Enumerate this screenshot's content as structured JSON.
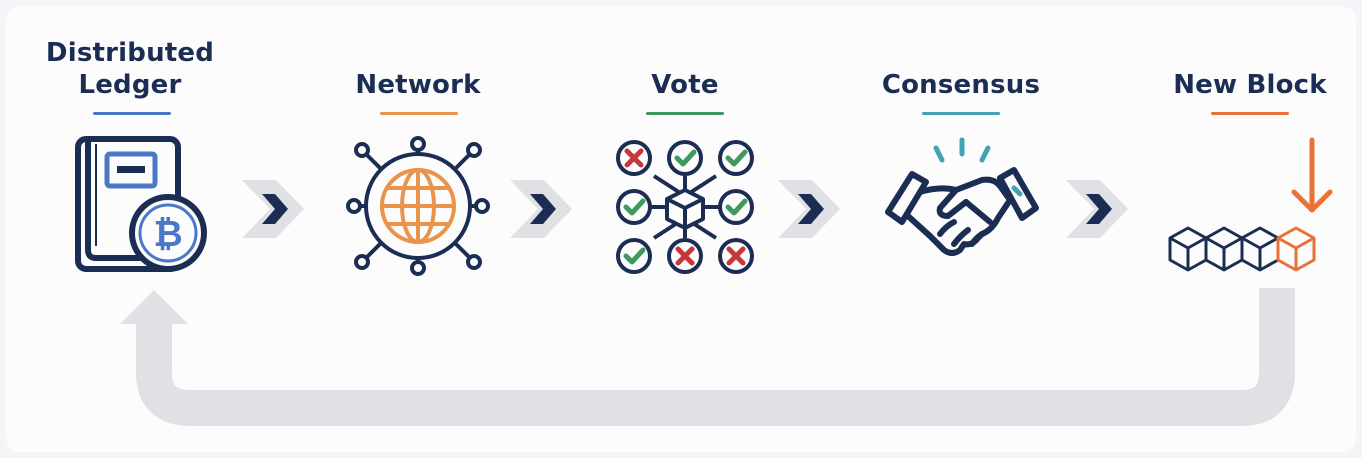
{
  "steps": [
    {
      "title_line1": "Distributed",
      "title_line2": "Ledger",
      "color": "#4a78c6",
      "icon": "ledger-bitcoin-icon"
    },
    {
      "title": "Network",
      "color": "#e9944a",
      "icon": "globe-network-icon"
    },
    {
      "title": "Vote",
      "color": "#3e9a5f",
      "icon": "vote-check-icon"
    },
    {
      "title": "Consensus",
      "color": "#41a3b4",
      "icon": "handshake-icon"
    },
    {
      "title": "New Block",
      "color": "#ea7135",
      "icon": "new-block-chain-icon"
    }
  ],
  "colors": {
    "navy": "#1b2d52",
    "orange": "#e9944a",
    "green": "#3e9a5f",
    "red": "#c8353a",
    "block_orange": "#ea7135",
    "gray_arrow": "#dfe1e4"
  }
}
